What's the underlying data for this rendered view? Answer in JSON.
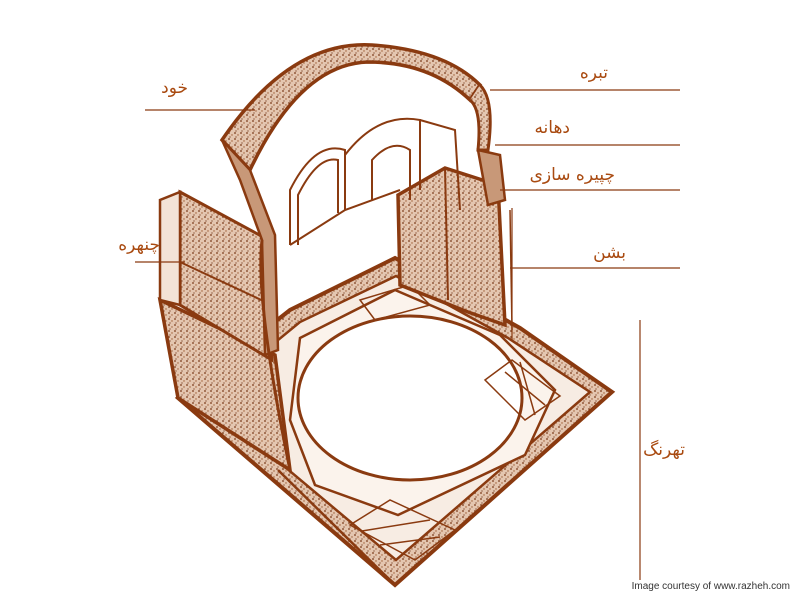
{
  "labels": {
    "khod": "خود",
    "tabreh": "تبره",
    "dahaneh": "دهانه",
    "chehreh_sazi": "چپیره سازی",
    "chanhreh": "چنهره",
    "bashan": "بشن",
    "taharang": "تهرنگ"
  },
  "credit": "Image courtesy of www.razheh.com",
  "colors": {
    "ink": "#a94a10",
    "stroke": "#8a3a10",
    "fill_light": "#f3e3d6",
    "fill_mid": "#c89878",
    "fill_dark": "#7a3a18"
  }
}
